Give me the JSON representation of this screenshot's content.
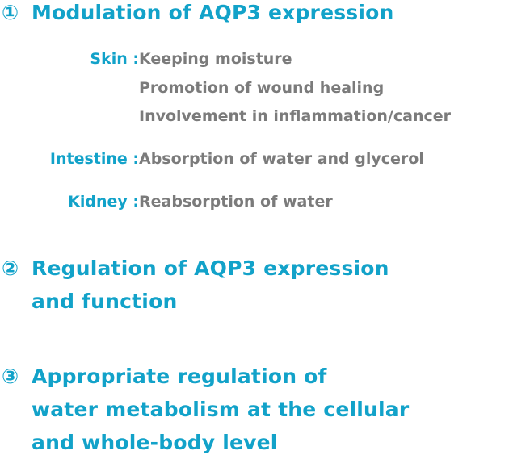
{
  "section1": {
    "number": "①",
    "title": "Modulation of AQP3 expression",
    "organs": [
      {
        "label": "Skin :",
        "items": [
          "Keeping moisture",
          "Promotion of wound healing",
          "Involvement in inflammation/cancer"
        ]
      },
      {
        "label": "Intestine :",
        "items": [
          "Absorption of water and glycerol"
        ]
      },
      {
        "label": "Kidney :",
        "items": [
          "Reabsorption of water"
        ]
      }
    ]
  },
  "section2": {
    "number": "②",
    "lines": [
      "Regulation of AQP3 expression",
      "and function"
    ]
  },
  "section3": {
    "number": "③",
    "lines": [
      "Appropriate regulation of",
      "water metabolism at the cellular",
      "and whole-body level"
    ]
  },
  "colors": {
    "accent": "#12a2c9",
    "text_gray": "#7b7b7b"
  }
}
